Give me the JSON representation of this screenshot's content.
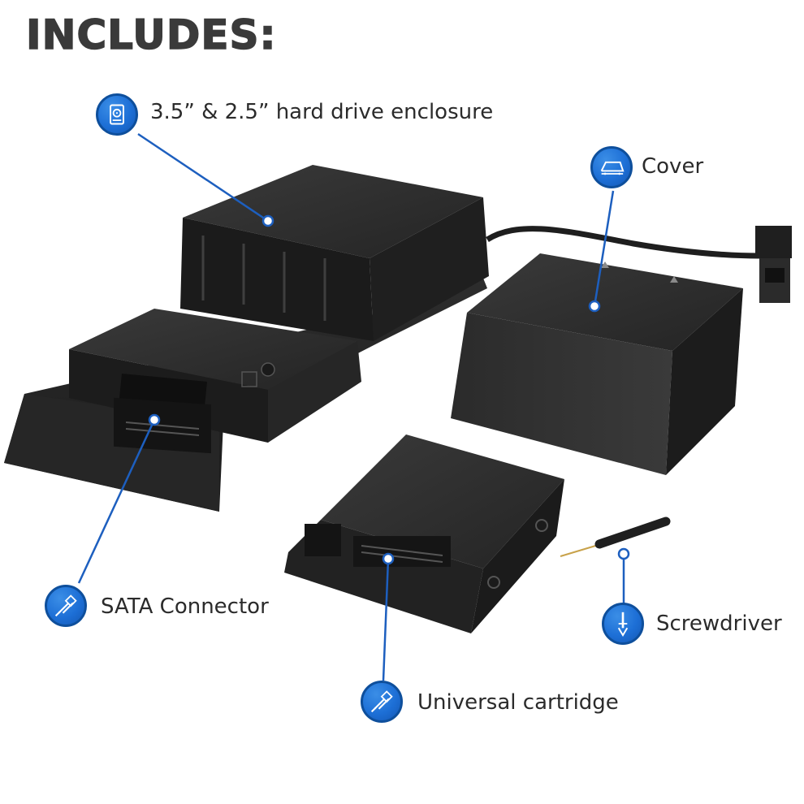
{
  "heading": "INCLUDES:",
  "callouts": {
    "enclosure": {
      "label": "3.5” & 2.5” hard drive enclosure",
      "icon": "hard-drive-icon"
    },
    "cover": {
      "label": "Cover",
      "icon": "cover-icon"
    },
    "sata": {
      "label": "SATA Connector",
      "icon": "sata-connector-icon"
    },
    "screwdriver": {
      "label": "Screwdriver",
      "icon": "screwdriver-icon"
    },
    "cartridge": {
      "label": "Universal cartridge",
      "icon": "cartridge-icon"
    }
  },
  "colors": {
    "icon_blue": "#1d6fd6",
    "leader_line": "#1d5fbf",
    "product_black": "#2a2a2a",
    "heading_gray": "#3a3a3a"
  }
}
